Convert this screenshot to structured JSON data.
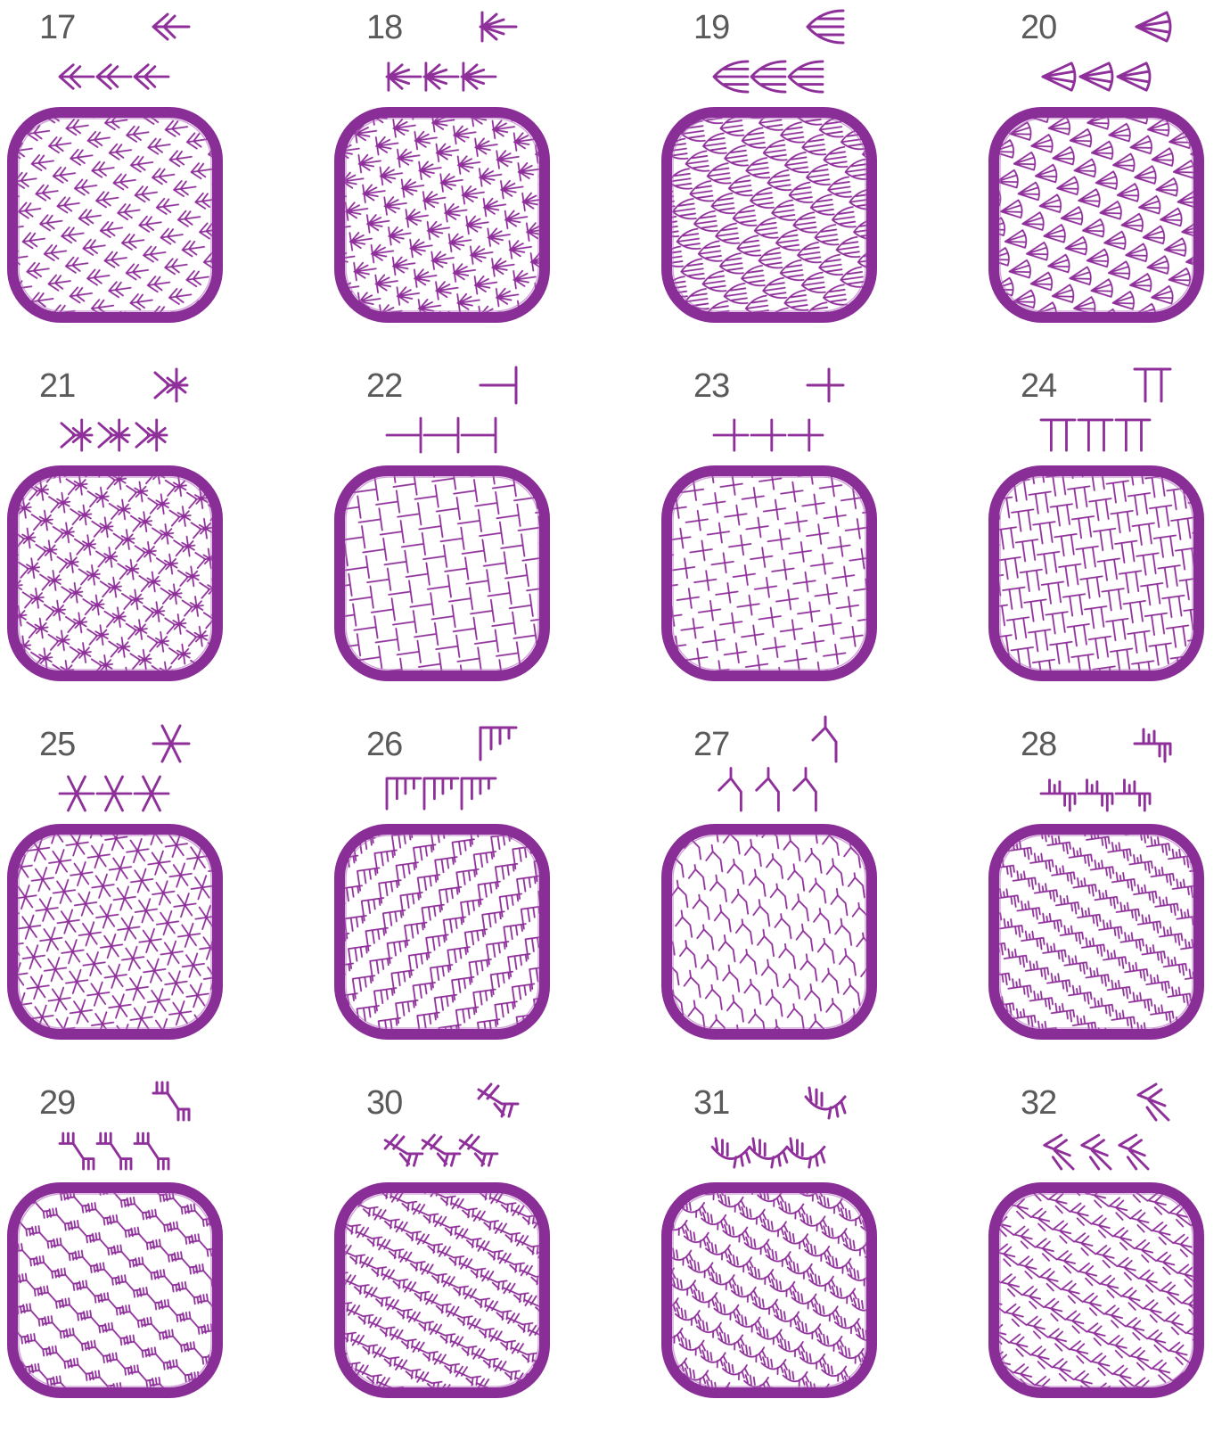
{
  "colors": {
    "stitch": "#8e2f9a",
    "frame": "#8a2e97",
    "number": "#5a5a5a"
  },
  "patterns": [
    {
      "number": "17",
      "motif": "arrow-icon"
    },
    {
      "number": "18",
      "motif": "arrow-fan-icon"
    },
    {
      "number": "19",
      "motif": "rake-icon"
    },
    {
      "number": "20",
      "motif": "fan-icon"
    },
    {
      "number": "21",
      "motif": "cross-star-icon"
    },
    {
      "number": "22",
      "motif": "tee-icon"
    },
    {
      "number": "23",
      "motif": "cross-icon"
    },
    {
      "number": "24",
      "motif": "pi-icon"
    },
    {
      "number": "25",
      "motif": "asterisk-icon"
    },
    {
      "number": "26",
      "motif": "comb-icon"
    },
    {
      "number": "27",
      "motif": "honeycomb-icon"
    },
    {
      "number": "28",
      "motif": "brick-comb-icon"
    },
    {
      "number": "29",
      "motif": "octagon-icon"
    },
    {
      "number": "30",
      "motif": "chevron-rake-icon"
    },
    {
      "number": "31",
      "motif": "scallop-icon"
    },
    {
      "number": "32",
      "motif": "arrow-cluster-icon"
    }
  ]
}
